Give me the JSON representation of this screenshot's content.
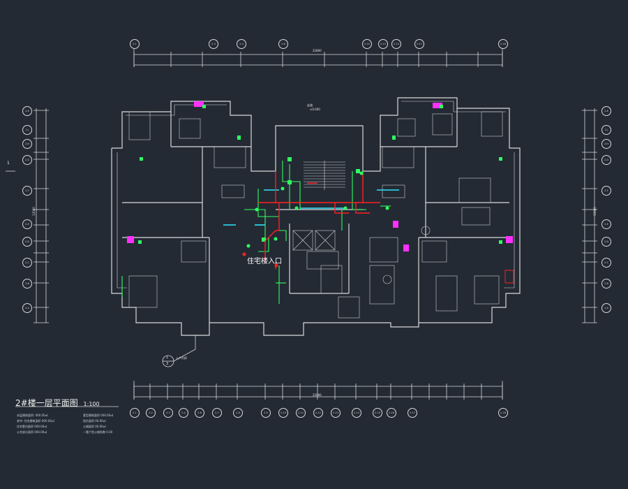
{
  "drawing": {
    "title": "2#楼一层平面图",
    "scale": "1:100",
    "entrance_label": "住宅楼入口",
    "section_ref": "1",
    "section_sheet": "3",
    "section_note": "入户大样",
    "left_section_mark": "1"
  },
  "dimensions": {
    "top_total": "22800",
    "bottom_total": "22800",
    "left_total": "13000",
    "right_total": "13000",
    "stair_note": "走道",
    "stair_level": "±0.000"
  },
  "grid_top": [
    "2-1",
    "2-3",
    "2-4",
    "2-6",
    "2-10",
    "2-13",
    "2-14",
    "2-17",
    "2-18"
  ],
  "grid_bottom": [
    "2-1",
    "2-2",
    "2-3",
    "2-4",
    "2-6",
    "2-7",
    "2-8",
    "2-9",
    "2-10",
    "2-11",
    "2-12",
    "2-13",
    "2-14",
    "2-15",
    "2-16",
    "2-17",
    "2-18"
  ],
  "grid_left": [
    "2-K",
    "2-J",
    "2-H",
    "2-G",
    "2-F",
    "2-E",
    "2-D",
    "2-C",
    "2-B",
    "2-A"
  ],
  "grid_right": [
    "2-K",
    "2-J",
    "2-H",
    "2-G",
    "2-F",
    "2-E",
    "2-D",
    "2-C",
    "2-B",
    "2-A"
  ],
  "notes": {
    "line1": "本层建筑面积: 000.00㎡",
    "line2": "其中: 住宅建筑面积 000.00㎡",
    "line3": "住宅套内面积 000.00㎡",
    "line4": "公共部分面积 000.00㎡",
    "line5": "套型建筑面积 000.00㎡",
    "line6": "阳台面积 00.00㎡",
    "line7": "公摊面积 00.00㎡",
    "line8": "一套户型公摊系数 0.00"
  },
  "colors": {
    "background": "#232a34",
    "wall": "#d9d9d9",
    "pipe_red": "#ff2020",
    "pipe_green": "#30ff60",
    "pipe_cyan": "#2ee6ff",
    "equipment_magenta": "#ff30ff"
  }
}
